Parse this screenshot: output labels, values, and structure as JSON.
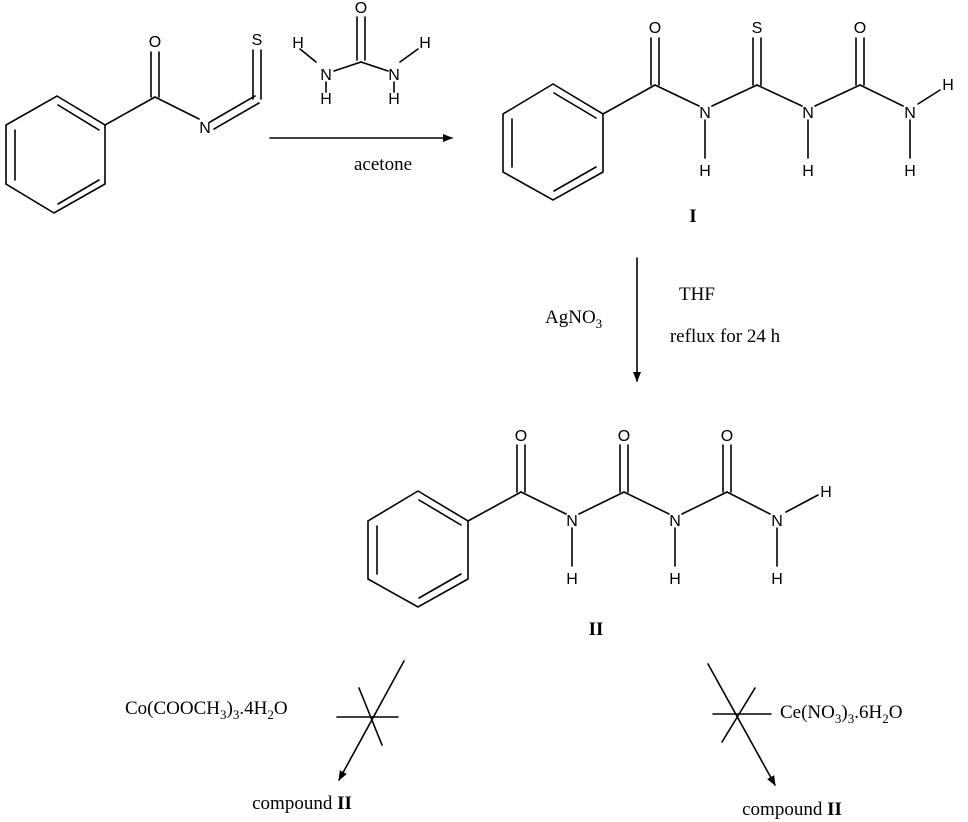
{
  "atoms": {
    "O": "O",
    "S": "S",
    "N": "N",
    "H": "H"
  },
  "step1": {
    "condition": "acetone"
  },
  "step2": {
    "reagent": "AgNO3",
    "solvent": "THF",
    "conditions": "reflux for 24 h"
  },
  "compounds": {
    "I": "I",
    "II": "II"
  },
  "failed_reactions": [
    {
      "reagent": "Co(COOCH3)3.4H2O",
      "product_prefix": "compound",
      "product_label": "II"
    },
    {
      "reagent": "Ce(NO3)3.6H2O",
      "product_prefix": "compound",
      "product_label": "II"
    }
  ]
}
